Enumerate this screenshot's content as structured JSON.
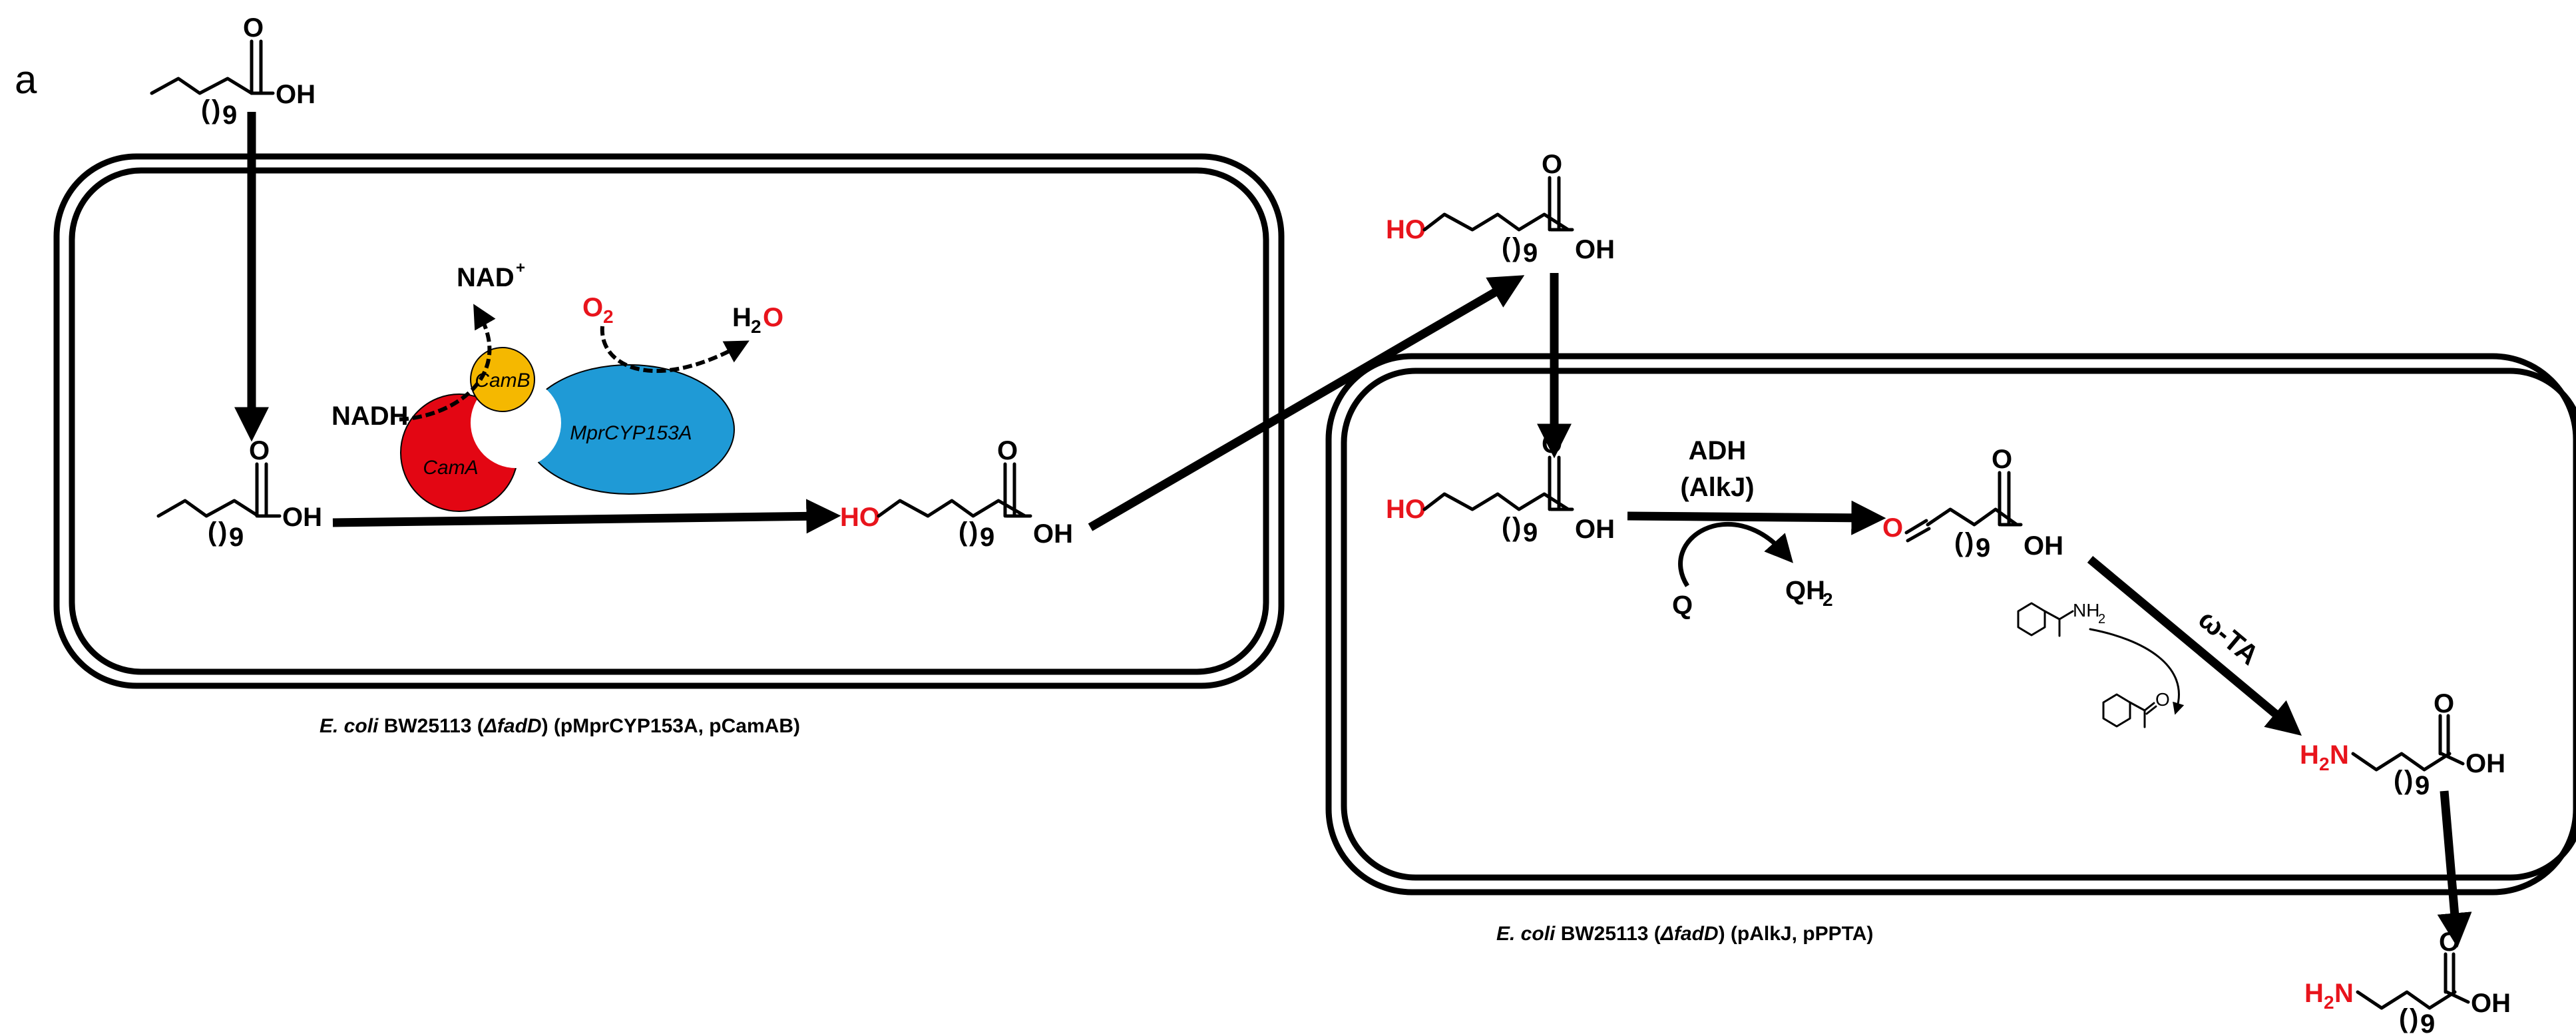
{
  "panel_label": "a",
  "colors": {
    "heteroatom": "#e8141c",
    "camA": "#e30613",
    "camB": "#f5b800",
    "cyp": "#1f9ad6"
  },
  "chem": {
    "oh": "OH",
    "o": "O",
    "ho": "HO",
    "h2n_h": "H",
    "h2n_2": "2",
    "h2n_n": "N",
    "nine": "9",
    "paren_open": "(",
    "paren_close": ")",
    "nh2_n": "NH",
    "nh2_2": "2"
  },
  "cofactors": {
    "nad_plus_main": "NAD",
    "nad_plus_sup": "+",
    "nadh": "NADH",
    "o2_main": "O",
    "o2_sub": "2",
    "h2o_h": "H",
    "h2o_2": "2",
    "h2o_o": "O",
    "q": "Q",
    "qh2_main": "QH",
    "qh2_sub": "2"
  },
  "enzymes": {
    "camA": "CamA",
    "camB": "CamB",
    "cyp": "MprCYP153A",
    "adh_line1": "ADH",
    "adh_line2": "(AlkJ)",
    "ta": "ω-TA"
  },
  "captions": {
    "cell1": {
      "species": "E. coli",
      "strain": " BW25113 (",
      "gene": "ΔfadD",
      "rest": ") (pMprCYP153A, pCamAB)"
    },
    "cell2": {
      "species": "E. coli",
      "strain": " BW25113 (",
      "gene": "ΔfadD",
      "rest": ") (pAlkJ, pPPTA)"
    }
  }
}
